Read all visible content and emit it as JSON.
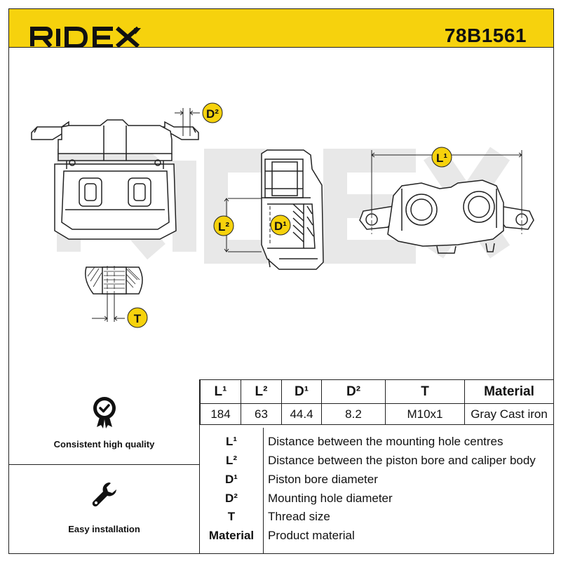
{
  "header": {
    "brand": "RIDEX",
    "part_number": "78B1561",
    "bar_color": "#f6d20d"
  },
  "drawing": {
    "watermark": "RIDEX",
    "labels": {
      "d2": "D²",
      "l2": "L²",
      "d1": "D¹",
      "l1": "L¹",
      "t": "T"
    }
  },
  "features": [
    {
      "icon": "quality-badge-icon",
      "label": "Consistent high quality"
    },
    {
      "icon": "wrench-icon",
      "label": "Easy installation"
    }
  ],
  "specs": {
    "headers": [
      "L¹",
      "L²",
      "D¹",
      "D²",
      "T",
      "Material"
    ],
    "values": [
      "184",
      "63",
      "44.4",
      "8.2",
      "M10x1",
      "Gray Cast iron"
    ]
  },
  "legend": [
    {
      "key": "L¹",
      "desc": "Distance between the mounting hole centres"
    },
    {
      "key": "L²",
      "desc": "Distance between the piston bore and caliper body"
    },
    {
      "key": "D¹",
      "desc": "Piston bore diameter"
    },
    {
      "key": "D²",
      "desc": "Mounting hole diameter"
    },
    {
      "key": "T",
      "desc": "Thread size"
    },
    {
      "key": "Material",
      "desc": "Product material"
    }
  ]
}
